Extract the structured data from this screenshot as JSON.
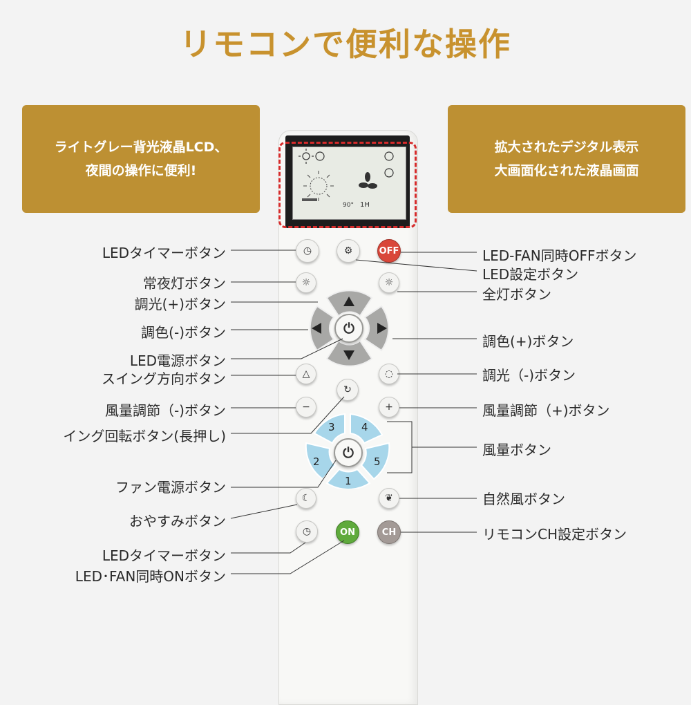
{
  "title": "リモコンで便利な操作",
  "callouts": {
    "left": [
      "ライトグレー背光液晶LCD、",
      "夜間の操作に便利!"
    ],
    "right": [
      "拡大されたデジタル表示",
      "大画面化された液晶画面"
    ]
  },
  "lcd": {
    "angle": "90°",
    "timer": "1H"
  },
  "buttons": {
    "off": "OFF",
    "on": "ON",
    "ch": "CH",
    "minus": "−",
    "plus": "+",
    "fan": [
      "3",
      "4",
      "2",
      "5",
      "1"
    ]
  },
  "labels_left": [
    "LEDタイマーボタン",
    "常夜灯ボタン",
    "調光(+)ボタン",
    "調色(-)ボタン",
    "LED電源ボタン",
    "スイング方向ボタン",
    "風量調節（-)ボタン",
    "イング回転ボタン(長押し)",
    "ファン電源ボタン",
    "おやすみボタン",
    "LEDタイマーボタン",
    "LED･FAN同時ONボタン"
  ],
  "labels_right": [
    "LED-FAN同時OFFボタン",
    "LED設定ボタン",
    "全灯ボタン",
    "調色(+)ボタン",
    "調光（-)ボタン",
    "風量調節（+)ボタン",
    "風量ボタン",
    "自然風ボタン",
    "リモコンCH設定ボタン"
  ],
  "colors": {
    "title": "#c8922e",
    "callout": "#bd9033",
    "dpad": "#a8a8a6",
    "fanpad": "#a7d6ea",
    "highlight": "#d62b2b"
  }
}
